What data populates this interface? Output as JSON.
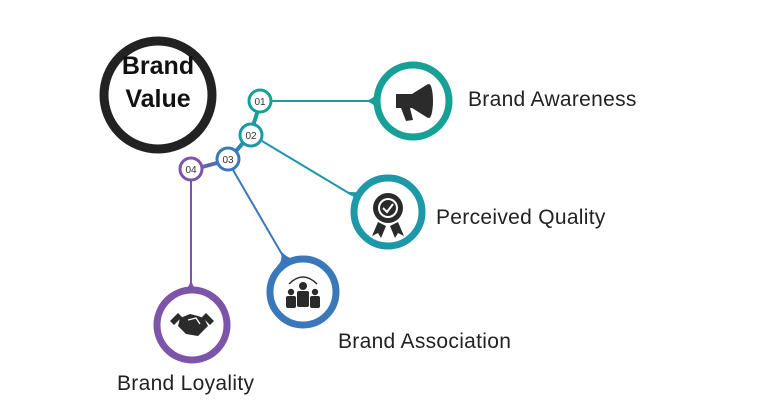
{
  "center": {
    "line1": "Brand",
    "line2": "Value"
  },
  "items": [
    {
      "number": "01",
      "label": "Brand Awareness",
      "icon": "megaphone-icon",
      "color": "#17a095"
    },
    {
      "number": "02",
      "label": "Perceived Quality",
      "icon": "award-badge-icon",
      "color": "#1c98a8"
    },
    {
      "number": "03",
      "label": "Brand Association",
      "icon": "team-icon",
      "color": "#3b78b9"
    },
    {
      "number": "04",
      "label": "Brand Loyality",
      "icon": "handshake-icon",
      "color": "#7c55a8"
    }
  ]
}
